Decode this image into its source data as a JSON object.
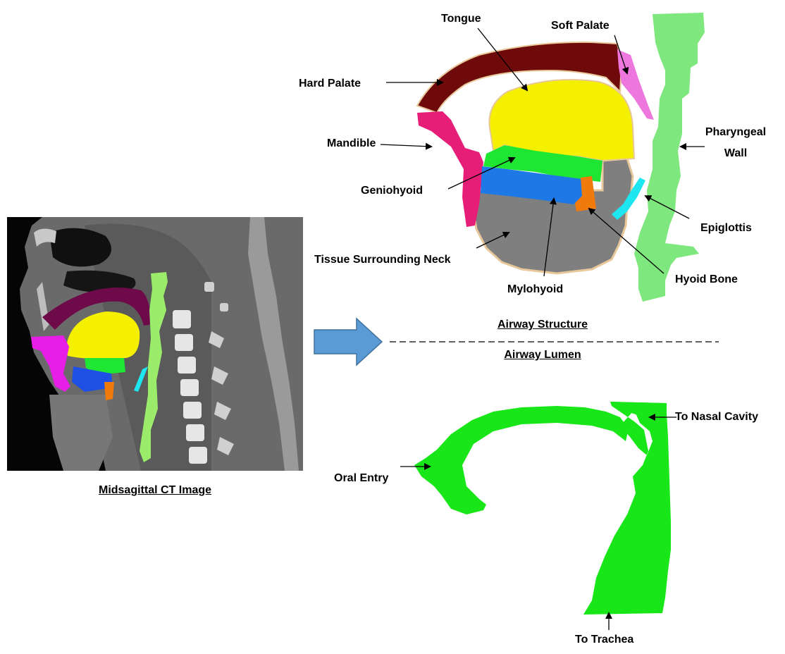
{
  "ct_panel": {
    "caption": "Midsagittal CT Image"
  },
  "airway_structure": {
    "labels": {
      "tongue": "Tongue",
      "soft_palate": "Soft Palate",
      "hard_palate": "Hard Palate",
      "pharyngeal_wall": "Pharyngeal Wall",
      "mandible": "Mandible",
      "geniohyoid": "Geniohyoid",
      "epiglottis": "Epiglottis",
      "tissue_surrounding_neck": "Tissue Surrounding Neck",
      "hyoid_bone": "Hyoid Bone",
      "mylohyoid": "Mylohyoid"
    },
    "colors": {
      "hard_palate": "#6e0a0a",
      "soft_palate": "#ee77dd",
      "tongue": "#f5f000",
      "mandible": "#e61e78",
      "geniohyoid": "#1ee632",
      "mylohyoid": "#1e78e6",
      "hyoid_bone": "#f07a0a",
      "epiglottis": "#1ee6f0",
      "tissue": "#7f7f7f",
      "pharyngeal_wall": "#7ee87e"
    }
  },
  "section_titles": {
    "structure": "Airway Structure",
    "lumen": "Airway Lumen"
  },
  "airway_lumen": {
    "labels": {
      "to_nasal_cavity": "To Nasal Cavity",
      "oral_entry": "Oral Entry",
      "to_trachea": "To Trachea"
    },
    "color": "#19e619"
  },
  "arrow_color": "#5b9bd5"
}
